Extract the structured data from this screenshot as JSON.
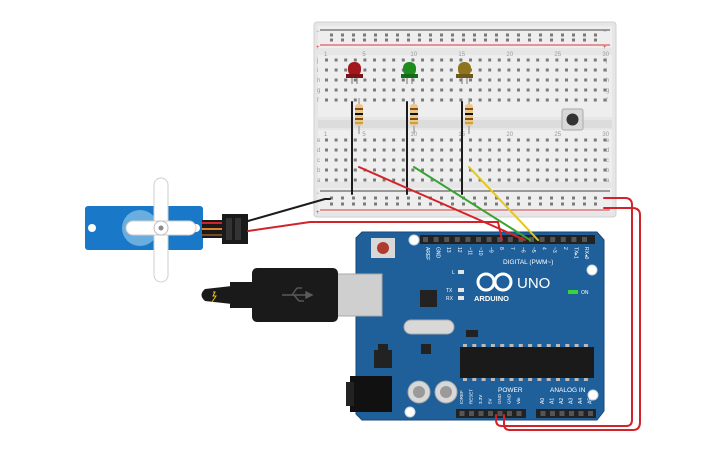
{
  "breadboard": {
    "row_letters_top": [
      "j",
      "i",
      "h",
      "g",
      "f"
    ],
    "row_letters_bottom": [
      "e",
      "d",
      "c",
      "b",
      "a"
    ],
    "column_numbers": [
      "1",
      "5",
      "10",
      "15",
      "20",
      "25",
      "30"
    ],
    "rail_plus": "+",
    "rail_minus": "−"
  },
  "leds": [
    {
      "color": "red",
      "fill": "#a3171c"
    },
    {
      "color": "green",
      "fill": "#1e8c1e"
    },
    {
      "color": "yellow",
      "fill": "#8f7420"
    }
  ],
  "arduino": {
    "board_color": "#1f5f9a",
    "logo": "ARDUINO",
    "model": "UNO",
    "digital_label": "DIGITAL (PWM~)",
    "on_label": "ON",
    "power_label": "POWER",
    "analog_label": "ANALOG IN",
    "led_labels": [
      "L",
      "TX",
      "RX"
    ],
    "top_pin_labels": [
      "AREF",
      "GND",
      "13",
      "12",
      "~11",
      "~10",
      "~9",
      "8",
      "7",
      "~6",
      "~5",
      "4",
      "~3",
      "2",
      "TX▸1",
      "RX◂0"
    ],
    "power_pin_labels": [
      "IOREF",
      "RESET",
      "3.3V",
      "5V",
      "GND",
      "GND",
      "Vin"
    ],
    "analog_pin_labels": [
      "A0",
      "A1",
      "A2",
      "A3",
      "A4",
      "A5"
    ]
  },
  "wire_colors": {
    "red": "#d3232a",
    "black": "#1b1b1b",
    "green": "#3aa335",
    "yellow": "#e6c619"
  }
}
